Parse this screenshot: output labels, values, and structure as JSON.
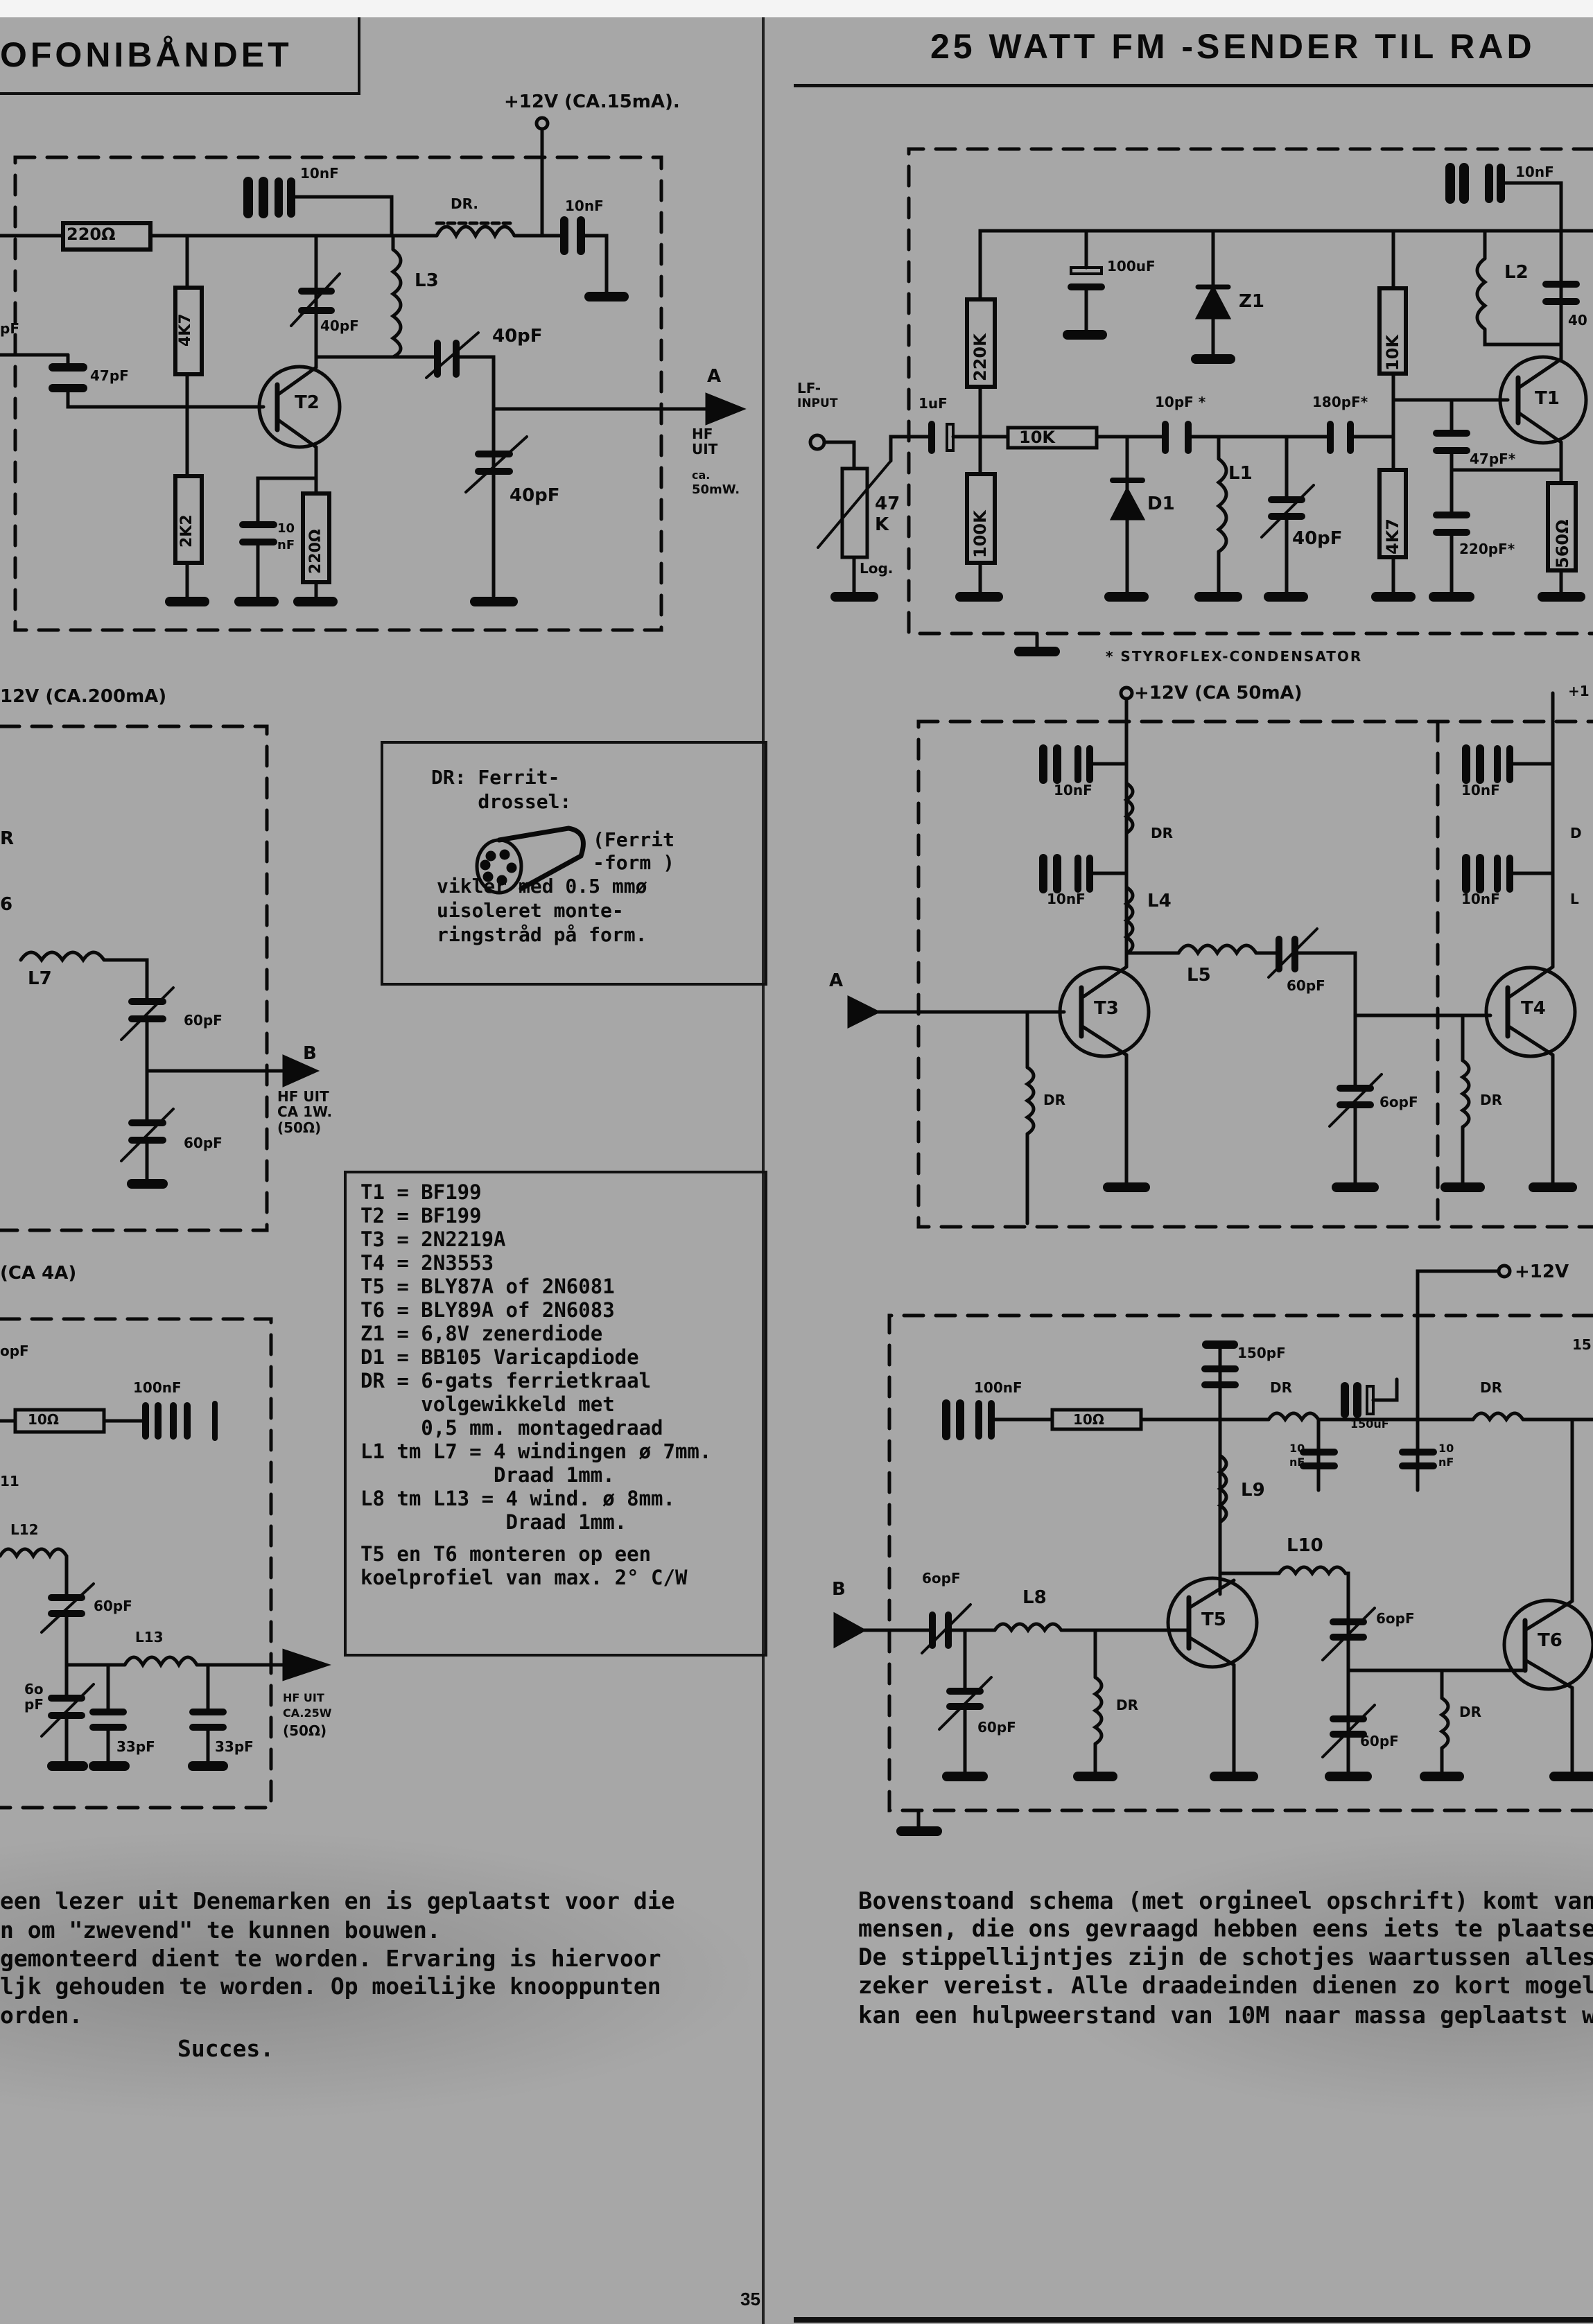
{
  "left_page": {
    "title": "OFONIBÅNDET",
    "page_number": "35",
    "stage1": {
      "supply": "+12V (CA.15mA).",
      "labels": [
        "10nF",
        "DR.",
        "10nF",
        "220Ω",
        "L3",
        "4K7",
        "40pF",
        "40pF",
        "47pF",
        "T2",
        "A",
        "HF",
        "UIT",
        "ca.",
        "50mW.",
        "2K2",
        "10",
        "nF",
        "220Ω",
        "40pF",
        "pF"
      ]
    },
    "stage2": {
      "supply": "12V (CA.200mA)",
      "labels": [
        "R",
        "6",
        "L7",
        "60pF",
        "B",
        "HF UIT",
        "CA 1W.",
        "(50Ω)",
        "60pF"
      ]
    },
    "stage3": {
      "supply": "(CA 4A)",
      "labels": [
        "opF",
        "100nF",
        "10Ω",
        "11",
        "L12",
        "60pF",
        "L13",
        "6o",
        "pF",
        "33pF",
        "33pF",
        "HF UIT",
        "CA.25W",
        "(50Ω)"
      ]
    },
    "dr_note": {
      "lines": [
        "DR: Ferrit-",
        "    drossel:",
        "vikler med 0.5 mmø",
        "uisoleret monte-",
        "ringstråd på form."
      ],
      "form_label": [
        "(Ferrit",
        "-form )"
      ]
    },
    "parts_list": [
      "T1 = BF199",
      "T2 = BF199",
      "T3 = 2N2219A",
      "T4 = 2N3553",
      "T5 = BLY87A of 2N6081",
      "T6 = BLY89A of 2N6083",
      "Z1 = 6,8V zenerdiode",
      "D1 = BB105 Varicapdiode",
      "DR = 6-gats ferrietkraal",
      "     volgewikkeld met",
      "     0,5 mm. montagedraad",
      "L1 tm L7 = 4 windingen ø 7mm.",
      "           Draad 1mm.",
      "L8 tm L13 = 4 wind. ø 8mm.",
      "            Draad 1mm.",
      "",
      "T5 en T6 monteren op een",
      "koelprofiel van max. 2° C/W"
    ],
    "body_text": [
      "een lezer uit Denemarken en is geplaatst voor die",
      "n om \"zwevend\" te kunnen bouwen.",
      "gemonteerd dient te worden. Ervaring is hiervoor",
      "ljk gehouden te worden.  Op moeilijke knooppunten",
      "orden."
    ],
    "closing": "Succes."
  },
  "right_page": {
    "title": "25 WATT FM -SENDER TIL RAD",
    "stage1": {
      "labels": [
        "LF-",
        "INPUT",
        "47",
        "K",
        "Log.",
        "1uF",
        "220K",
        "100K",
        "10K",
        "100uF",
        "Z1",
        "10pF *",
        "D1",
        "L1",
        "40pF",
        "180pF*",
        "10K",
        "4K7",
        "L2",
        "10nF",
        "T1",
        "47pF*",
        "220pF*",
        "560Ω",
        "40"
      ],
      "footnote": "* STYROFLEX-CONDENSATOR"
    },
    "stage2": {
      "supply": "+12V (CA 50mA)",
      "labels": [
        "10nF",
        "DR",
        "10nF",
        "L4",
        "A",
        "L5",
        "60pF",
        "T3",
        "DR",
        "6opF",
        "T4",
        "DR",
        "10nF",
        "10nF",
        "D",
        "L",
        "+1"
      ]
    },
    "stage3": {
      "supply": "+12V",
      "labels": [
        "100nF",
        "10Ω",
        "150pF",
        "DR",
        "150uF",
        "DR",
        "10",
        "nF",
        "10",
        "nF",
        "15",
        "L9",
        "L10",
        "6opF",
        "B",
        "L8",
        "T5",
        "60pF",
        "DR",
        "6opF",
        "T6",
        "60pF",
        "DR"
      ]
    },
    "body_text": [
      "Bovenstoand schema (met orgineel opschrift) komt van",
      "mensen, die ons gevraagd hebben eens iets te plaatse",
      "De stippellijntjes zijn de schotjes waartussen alles",
      "zeker vereist. Alle draadeinden dienen zo kort mogel",
      "kan een hulpweerstand van 10M naar massa geplaatst w"
    ]
  },
  "colors": {
    "paper": "#a7a7a7",
    "ink": "#0a0a0a",
    "top_margin": "#f4f4f4"
  }
}
